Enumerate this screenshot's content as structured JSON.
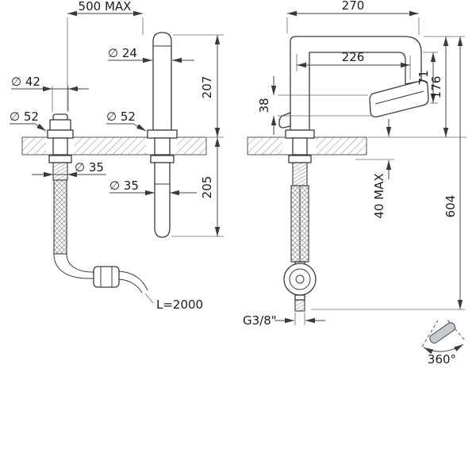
{
  "drawing": {
    "left": {
      "dim_span_top": "500 MAX",
      "dia_spout": "∅ 24",
      "dia_knob": "∅ 42",
      "dia_knob_base": "∅ 52",
      "dia_spout_base": "∅ 52",
      "height_above_deck": "207",
      "dia_knob_shank": "∅ 35",
      "dia_spout_shank": "∅ 35",
      "depth_below_deck": "205",
      "hose_length": "L=2000"
    },
    "right": {
      "width_total": "270",
      "spout_reach": "226",
      "outlet_drop": "71",
      "head_height": "38",
      "height_to_deck": "176",
      "deck_thickness_max": "40 MAX",
      "height_total": "604",
      "thread_size": "G3/8\"",
      "swivel_angle": "360°"
    },
    "colors": {
      "line": "#3a3a3a",
      "background": "#ffffff"
    }
  }
}
